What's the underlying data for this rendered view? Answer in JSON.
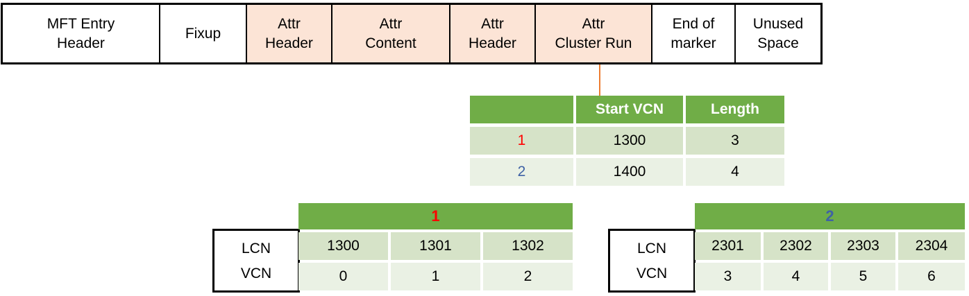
{
  "strip": {
    "boxes": [
      {
        "lines": [
          "MFT Entry",
          "Header"
        ],
        "highlighted": false
      },
      {
        "lines": [
          "Fixup"
        ],
        "highlighted": false
      },
      {
        "lines": [
          "Attr",
          "Header"
        ],
        "highlighted": true
      },
      {
        "lines": [
          "Attr",
          "Content"
        ],
        "highlighted": true
      },
      {
        "lines": [
          "Attr",
          "Header"
        ],
        "highlighted": true
      },
      {
        "lines": [
          "Attr",
          "Cluster Run"
        ],
        "highlighted": true
      },
      {
        "lines": [
          "End of",
          "marker"
        ],
        "highlighted": false
      },
      {
        "lines": [
          "Unused",
          "Space"
        ],
        "highlighted": false
      }
    ]
  },
  "run_table": {
    "headers": [
      "",
      "Start VCN",
      "Length"
    ],
    "rows": [
      {
        "run": "1",
        "start_vcn": "1300",
        "length": "3"
      },
      {
        "run": "2",
        "start_vcn": "1400",
        "length": "4"
      }
    ]
  },
  "row_labels": {
    "lcn": "LCN",
    "vcn": "VCN"
  },
  "cluster_tables": [
    {
      "header": "1",
      "lcn": [
        "1300",
        "1301",
        "1302"
      ],
      "vcn": [
        "0",
        "1",
        "2"
      ]
    },
    {
      "header": "2",
      "lcn": [
        "2301",
        "2302",
        "2303",
        "2304"
      ],
      "vcn": [
        "3",
        "4",
        "5",
        "6"
      ]
    }
  ],
  "colors": {
    "highlight_fill": "#FCE4D6",
    "table_header_green": "#70AD47",
    "band_dark": "#D6E3C8",
    "band_light": "#EAF1E4",
    "run1_accent": "#FF0000",
    "run2_accent": "#3F62A5",
    "connector_orange": "#ED7D31"
  }
}
